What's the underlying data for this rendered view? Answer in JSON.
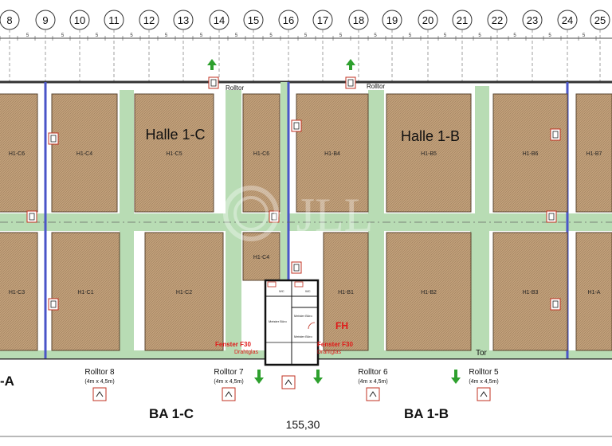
{
  "grid_axes": [
    "8",
    "9",
    "10",
    "11",
    "12",
    "13",
    "14",
    "15",
    "16",
    "17",
    "18",
    "19",
    "20",
    "21",
    "22",
    "23",
    "24",
    "25"
  ],
  "grid_spacing_label": "5",
  "hall_titles": [
    "Halle 1-C",
    "Halle 1-B"
  ],
  "zones": {
    "top": [
      "H1-C6",
      "H1-C4",
      "H1-C5",
      "H1-C6",
      "H1-B4",
      "H1-B5",
      "H1-B6",
      "H1-B7"
    ],
    "bottom": [
      "H1-C3",
      "H1-C1",
      "H1-C2",
      "H1-C4",
      "H1-B1",
      "H1-B2",
      "H1-B3",
      "H1-A"
    ]
  },
  "door_labels": {
    "rolltor_top_1": "Rolltor",
    "rolltor_top_2": "Rolltor",
    "rolltor_8": "Rolltor 8",
    "rolltor_7": "Rolltor 7",
    "rolltor_6": "Rolltor 6",
    "rolltor_5": "Rolltor 5",
    "size": "(4m x 4,5m)",
    "tor": "Tor"
  },
  "window_labels": {
    "fh": "FH",
    "fenster_left": "Fenster F30",
    "fenster_right": "Fenster F30",
    "drahtglas_left": "Drahtglas",
    "drahtglas_right": "Drahtglas"
  },
  "room_labels": [
    "WC",
    "WC",
    "Meister Büro",
    "Meister Büro",
    "Meister Büro"
  ],
  "building_sections": [
    "BA 1-C",
    "BA 1-B"
  ],
  "partial_section": "-A",
  "total_length": "155,30",
  "watermark": "JLL",
  "colors": {
    "zone_fill": "#c2a07a",
    "zone_stroke": "#5a4630",
    "aisle": "#b8dcb4",
    "structure": "#333333",
    "firewall": "#4a55c8",
    "exit_arrow": "#2ea02e",
    "red_text": "#e01818"
  }
}
